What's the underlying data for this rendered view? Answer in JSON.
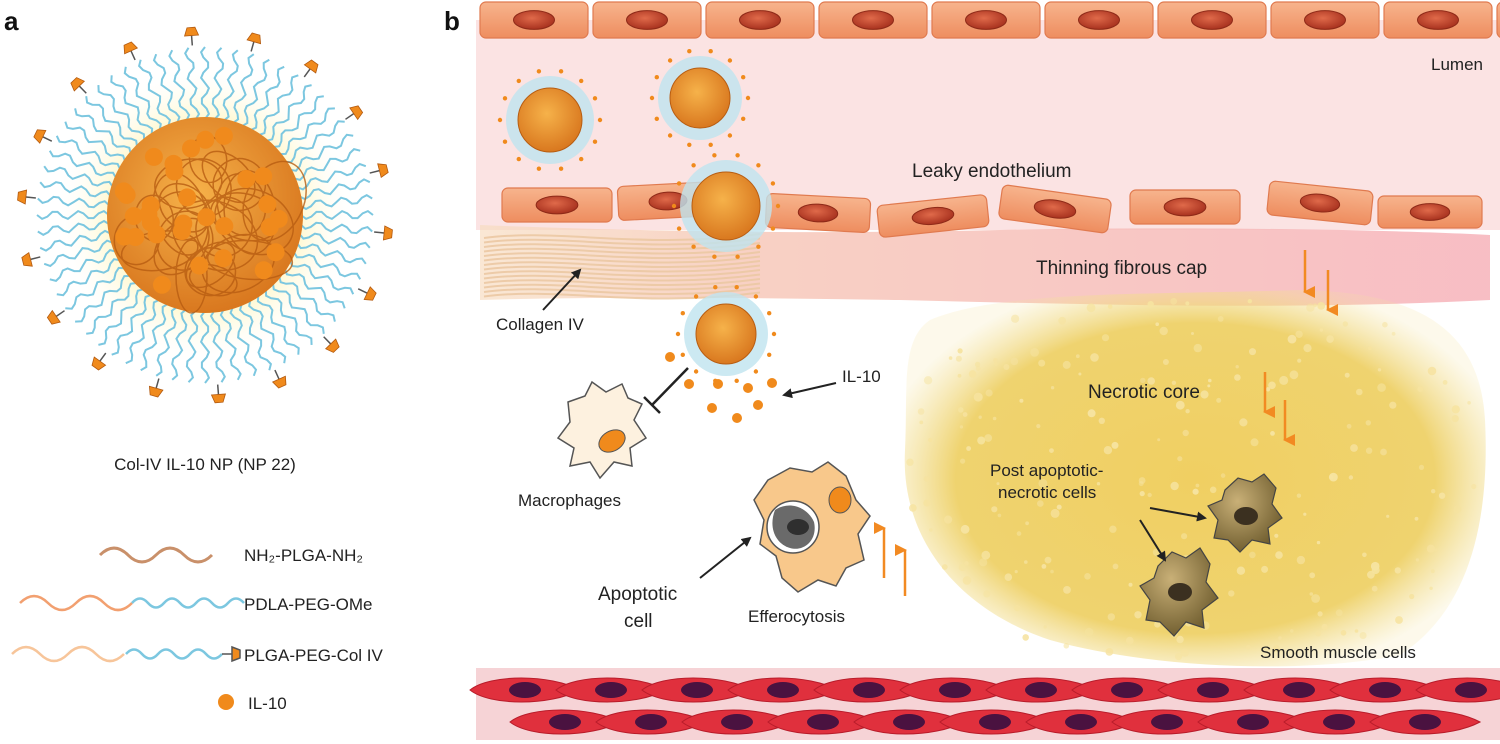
{
  "panel_a": {
    "letter": "a",
    "title": "Col-IV IL-10 NP (NP 22)",
    "legend": [
      {
        "text": "NH₂-PLGA-NH₂",
        "icon": "brown-wave"
      },
      {
        "text": "PDLA-PEG-OMe",
        "icon": "orange-blue-wave"
      },
      {
        "text": "PLGA-PEG-Col IV",
        "icon": "peach-blue-wave-with-ligand"
      },
      {
        "text": "IL-10",
        "icon": "orange-dot"
      }
    ]
  },
  "panel_b": {
    "letter": "b",
    "labels": {
      "lumen": "Lumen",
      "leaky_endothelium": "Leaky endothelium",
      "thinning_fibrous_cap": "Thinning fibrous cap",
      "collagen_iv": "Collagen IV",
      "il10": "IL-10",
      "necrotic_core": "Necrotic core",
      "macrophages": "Macrophages",
      "post_apoptotic_line1": "Post apoptotic-",
      "post_apoptotic_line2": "necrotic cells",
      "apoptotic_line1": "Apoptotic",
      "apoptotic_line2": "cell",
      "efferocytosis": "Efferocytosis",
      "smooth_muscle_cells": "Smooth muscle cells"
    }
  },
  "colors": {
    "nanoparticle_core": "#e8902a",
    "il10": "#f08a1c",
    "peg_shell": "#7cc7e0",
    "endothelial_cell": "#f3a276",
    "nucleus": "#c0442c",
    "lumen_bg": "#fbe3e3",
    "fibrous_cap": "#f6b8bf",
    "necrotic_core": "#ecc95a",
    "smooth_muscle": "#e0303d",
    "smc_nucleus": "#4a1240"
  }
}
